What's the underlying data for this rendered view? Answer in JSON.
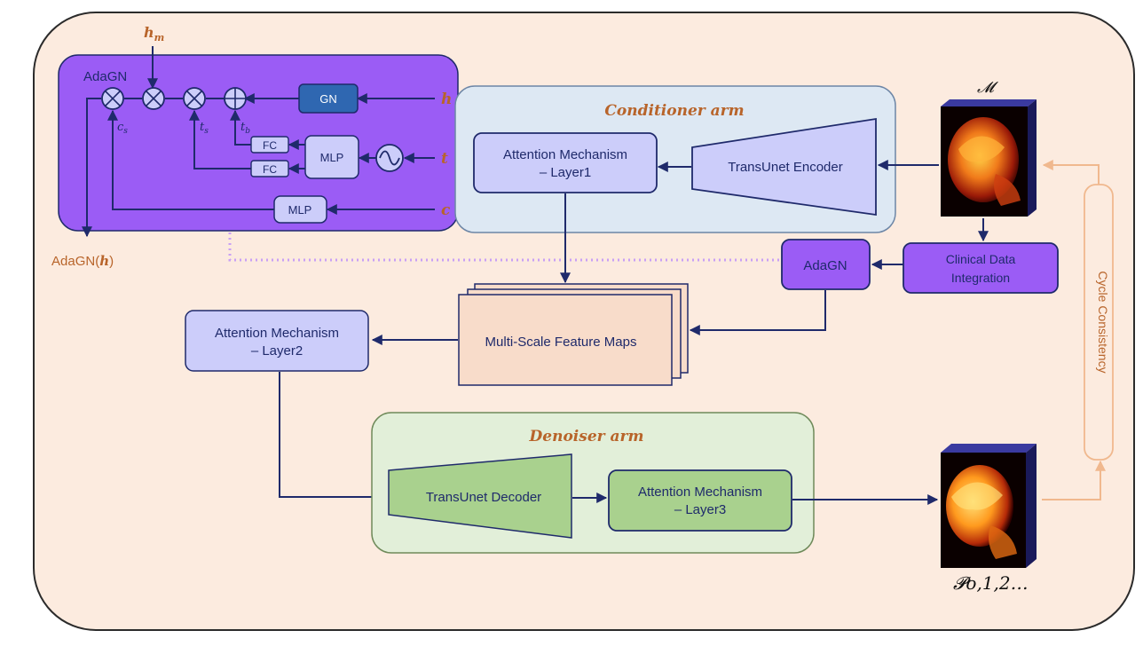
{
  "colors": {
    "canvas": "#fcebdf",
    "canvas_stroke": "#2b2b2b",
    "adagn_panel": "#9b5cf5",
    "adagn_box": "#9b5cf5",
    "gn_box": "#2f67b1",
    "lavender": "#cccdfa",
    "conditioner_bg": "#dde8f3",
    "conditioner_stroke": "#6d86a6",
    "denoiser_bg": "#e2efd9",
    "green_box": "#a9d18e",
    "feature_map": "#f8dcca",
    "navy": "#1f2a6b",
    "orange_text": "#b8642a",
    "cycle_stroke": "#f0b88e",
    "dotted": "#c9a0f5"
  },
  "adagn_block": {
    "title": "AdaGN",
    "gn_label": "GN",
    "mlp_time_label": "MLP",
    "mlp_cond_label": "MLP",
    "fc_top_label": "FC",
    "fc_bottom_label": "FC",
    "input_hm": "h",
    "input_hm_sub": "m",
    "input_h": "h",
    "input_t": "t",
    "input_c": "c",
    "label_cs": "c",
    "label_cs_sub": "s",
    "label_ts": "t",
    "label_ts_sub": "s",
    "label_tb": "t",
    "label_tb_sub": "b",
    "output_label_prefix": "AdaGN(",
    "output_label_var": "h",
    "output_label_suffix": ")",
    "multiply_icon": "circle-times-icon",
    "add_icon": "circle-plus-icon",
    "sinusoid_icon": "sine-wave-icon"
  },
  "conditioner": {
    "title": "Conditioner arm",
    "attention_line1": "Attention Mechanism",
    "attention_line2": "– Layer1",
    "encoder_label": "TransUnet Encoder"
  },
  "mri_input": {
    "label": "𝓜"
  },
  "clinical": {
    "line1": "Clinical Data",
    "line2": "Integration"
  },
  "adagn_small": {
    "label": "AdaGN"
  },
  "feature_maps": {
    "label": "Multi-Scale Feature Maps"
  },
  "attention2": {
    "line1": "Attention Mechanism",
    "line2": "– Layer2"
  },
  "denoiser": {
    "title": "Denoiser arm",
    "decoder_label": "TransUnet Decoder",
    "attention_line1": "Attention Mechanism",
    "attention_line2": "– Layer3"
  },
  "output": {
    "label": "𝓟o,1,2…"
  },
  "cycle": {
    "label": "Cycle Consistency"
  }
}
